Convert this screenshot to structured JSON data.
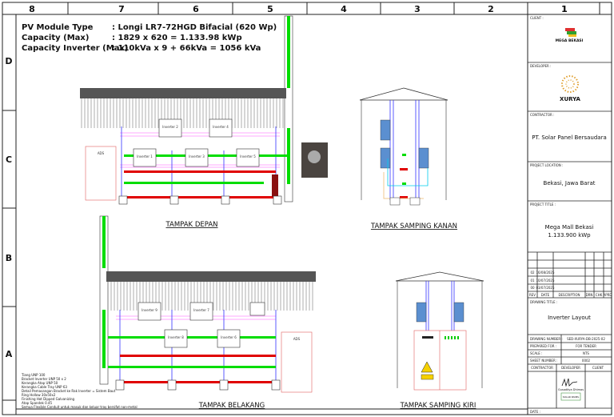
{
  "grid": {
    "columns": [
      "8",
      "7",
      "6",
      "5",
      "4",
      "3",
      "2",
      "1"
    ],
    "rows": [
      "D",
      "C",
      "B",
      "A"
    ]
  },
  "specs": [
    {
      "label": "PV Module Type",
      "value": ": Longi LR7-72HGD Bifacial (620 Wp)"
    },
    {
      "label": "Capacity (Max)",
      "value": ": 1829 x 620 = 1.133.98 kWp"
    },
    {
      "label": "Capacity Inverter (Max)",
      "value": ": 110kVa x 9 + 66kVa = 1056 kVa"
    }
  ],
  "views": {
    "front": "TAMPAK DEPAN",
    "right": "TAMPAK SAMPING KANAN",
    "back": "TAMPAK BELAKANG",
    "left": "TAMPAK SAMPING KIRI"
  },
  "drawing_labels": {
    "ads": "ADS",
    "inverter_1": "Inverter 1",
    "inverter_2": "Inverter 2",
    "inverter_3": "Inverter 3",
    "inverter_4": "Inverter 4",
    "inverter_5": "Inverter 5",
    "inverter_6": "Inverter 6",
    "inverter_7": "Inverter 7",
    "inverter_8": "Inverter 8",
    "inverter_9": "Inverter 9"
  },
  "notes": [
    "Tiang UNP 100",
    "Bracket Inverter UNP 50 x 2",
    "Kerangka Atap UNP 50",
    "Kerangka Cable Tray UNP 63",
    "Detail Pemasangan Bracket ke Rak Inverter = Sistem Baut",
    "Ring Hollow 30x50x2",
    "Finishing Hot Dipped Galvanizing",
    "Atap Spandek 0.45",
    "Semua Flexible Conduit untuk masuk dan keluar tray bersifat non-metal"
  ],
  "title_block": {
    "column_number": "1",
    "client_label": "CLIENT :",
    "client_logo_text": "MEGA BEKASI",
    "developer_label": "DEVELOPER :",
    "developer_logo_text": "XURYA",
    "contractor_label": "CONTRACTOR :",
    "contractor": "PT. Solar Panel Bersaudara",
    "location_label": "PROJECT LOCATION :",
    "location": "Bekasi, Jawa Barat",
    "project_title_label": "PROJECT TITLE :",
    "project_title_1": "Mega Mall Bekasi",
    "project_title_2": "1.133.900 kWp",
    "revisions": [
      {
        "rev": "02",
        "date": "16/08/2025"
      },
      {
        "rev": "01",
        "date": "10/07/2025"
      },
      {
        "rev": "00",
        "date": "03/07/2025"
      }
    ],
    "rev_headers": [
      "REV",
      "DATE",
      "DESCRIPTION",
      "DRN",
      "CHK",
      "APRD"
    ],
    "drawing_title_label": "DRAWING TITLE :",
    "drawing_title": "Inverter Layout",
    "drawing_number_label": "DRAWING NUMBER :",
    "drawing_number": "SED-XURYA-DB-2025-02",
    "prepared_for_label": "PREPARED FOR :",
    "prepared_for": "FOR TENDER",
    "scale_label": "SCALE :",
    "scale": "NTS",
    "sheet_number_label": "SHEET NUMBER :",
    "sheet_number": "0002",
    "sign_headers": [
      "CONTRACTOR",
      "DEVELOPER",
      "CLIENT"
    ],
    "signer": "Gusaditya Dhimas",
    "stamp_text": "SOLAR PANEL",
    "date_label": "DATE :"
  },
  "colors": {
    "green_tray": "#00dd00",
    "red_tray": "#e00000",
    "roof": "#555555",
    "conduit": "#3333ff",
    "magenta_line": "#ff55ff",
    "inverter_blue": "#5b8fd0"
  }
}
